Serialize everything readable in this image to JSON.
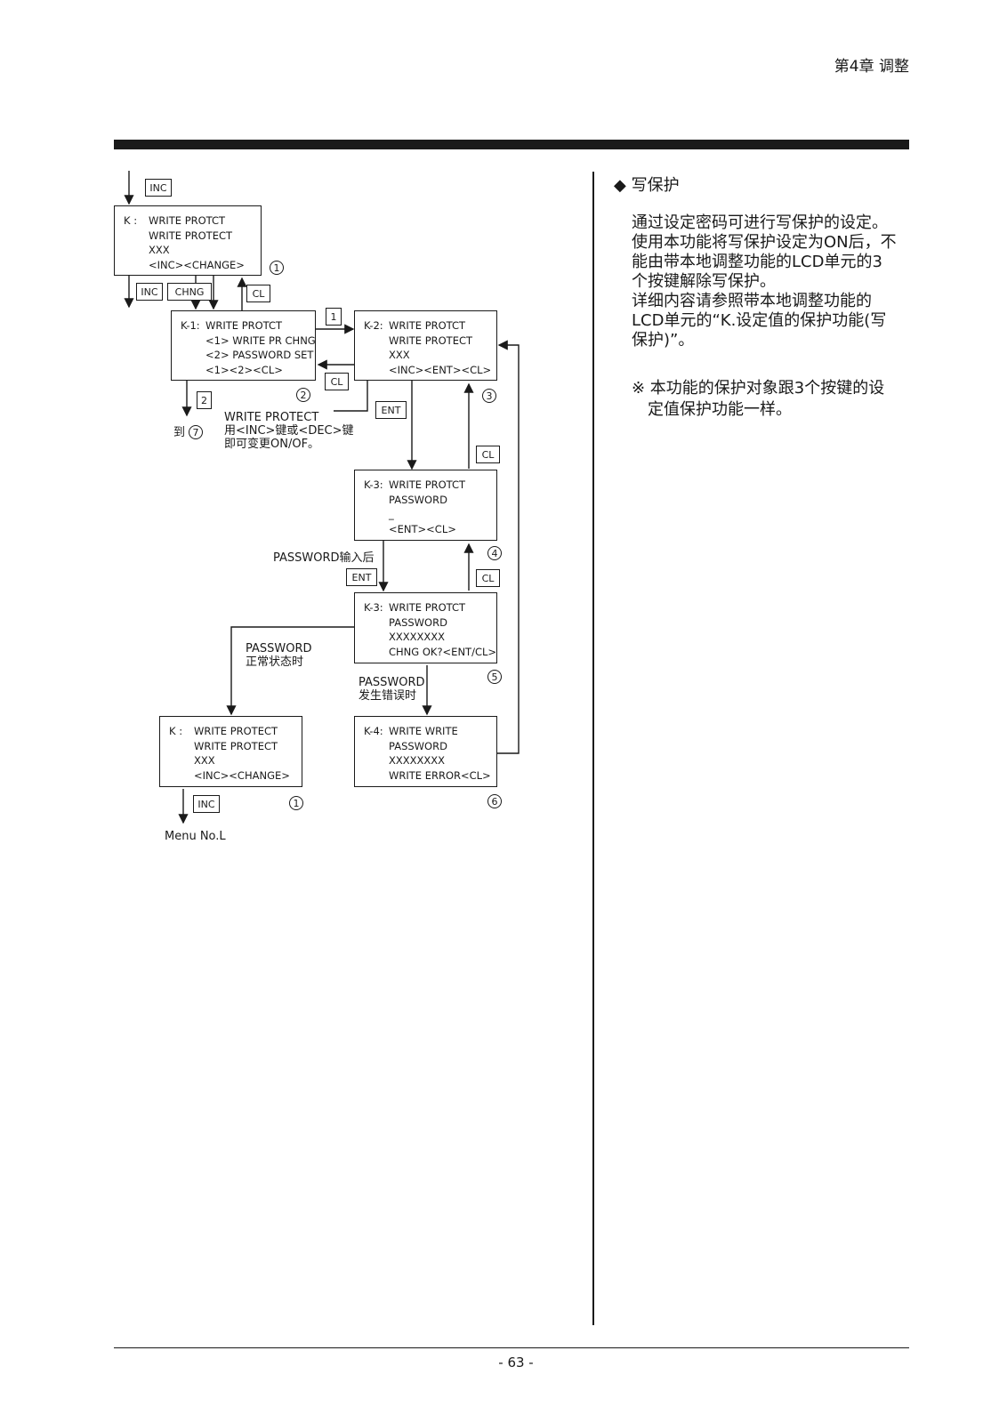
{
  "header": {
    "chapter": "第4章 调整"
  },
  "footer": {
    "page_number": "- 63 -"
  },
  "right_column": {
    "section_title": "◆ 写保护",
    "paragraph_lines": [
      "通过设定密码可进行写保护的设定。",
      "使用本功能将写保护设定为ON后，不",
      "能由带本地调整功能的LCD单元的3",
      "个按键解除写保护。",
      "详细内容请参照带本地调整功能的",
      "LCD单元的“K.设定值的保护功能(写",
      "保护)”。"
    ],
    "remark_lines": [
      "※ 本功能的保护对象跟3个按键的设",
      "　定值保护功能一样。"
    ]
  },
  "diagram": {
    "boxes": {
      "k_top": {
        "label": "K :",
        "lines": [
          "WRITE PROTCT",
          "WRITE PROTECT",
          "XXX",
          "<INC><CHANGE>"
        ]
      },
      "k1": {
        "label": "K-1:",
        "lines": [
          "WRITE PROTCT",
          "<1> WRITE PR CHNG",
          "<2> PASSWORD SET",
          "<1><2><CL>"
        ]
      },
      "k2": {
        "label": "K-2:",
        "lines": [
          "WRITE PROTCT",
          "WRITE PROTECT",
          "XXX",
          "<INC><ENT><CL>"
        ]
      },
      "k3a": {
        "label": "K-3:",
        "lines": [
          "WRITE PROTCT",
          "PASSWORD",
          "_",
          "<ENT><CL>"
        ]
      },
      "k3b": {
        "label": "K-3:",
        "lines": [
          "WRITE PROTCT",
          "PASSWORD",
          "XXXXXXXX",
          "CHNG OK?<ENT/CL>"
        ]
      },
      "k_bottom": {
        "label": "K :",
        "lines": [
          "WRITE PROTECT",
          "WRITE PROTECT",
          "XXX",
          "<INC><CHANGE>"
        ]
      },
      "k4": {
        "label": "K-4:",
        "lines": [
          "WRITE WRITE",
          "PASSWORD",
          "XXXXXXXX",
          "WRITE ERROR<CL>"
        ]
      }
    },
    "keys": {
      "inc_top": "INC",
      "inc_left": "INC",
      "chng": "CHNG",
      "cl_up": "CL",
      "one": "1",
      "cl_back": "CL",
      "two": "2",
      "ent_k2": "ENT",
      "cl_k3": "CL",
      "ent_pw": "ENT",
      "cl_k3b": "CL",
      "inc_bottom": "INC"
    },
    "circles": {
      "c1_top": "1",
      "c2": "2",
      "c3": "3",
      "c4": "4",
      "c5": "5",
      "c1_bottom": "1",
      "c6": "6",
      "c7": "7"
    },
    "notes": {
      "to7": "到",
      "write_protect_note": [
        "WRITE PROTECT",
        "用<INC>键或<DEC>键",
        "即可变更ON/OF。"
      ],
      "password_input": "PASSWORD输入后",
      "password_normal": [
        "PASSWORD",
        "正常状态时"
      ],
      "password_error": [
        "PASSWORD",
        "发生错误时"
      ],
      "menu_no": "Menu No.L"
    }
  }
}
